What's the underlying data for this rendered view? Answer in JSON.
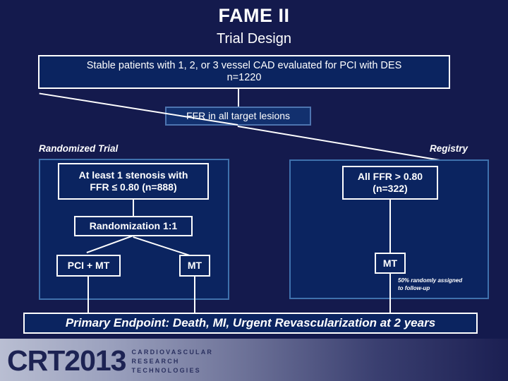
{
  "slide": {
    "title": "FAME II",
    "subtitle": "Trial Design",
    "background_color": "#141a4d",
    "box_fill_color": "#0b2460",
    "panel_border_color": "#3f71ad"
  },
  "flow": {
    "enrollment": {
      "line1": "Stable patients with 1, 2, or 3 vessel CAD evaluated  for PCI with DES",
      "line2": "n=1220"
    },
    "ffr_step": "FFR in all target lesions",
    "trial_arm": {
      "label": "Randomized Trial",
      "stenosis_line1": "At least 1 stenosis with",
      "stenosis_line2": "FFR ≤ 0.80 (n=888)",
      "randomization": "Randomization 1:1",
      "treatment_left": "PCI + MT",
      "treatment_right": "MT"
    },
    "registry_arm": {
      "label": "Registry",
      "criteria_line1": "All FFR > 0.80",
      "criteria_line2": "(n=322)",
      "treatment": "MT",
      "footnote_line1": "50% randomly assigned",
      "footnote_line2": "to follow-up"
    }
  },
  "endpoint": {
    "text": "Primary Endpoint: Death, MI, Urgent Revascularization at 2 years"
  },
  "footer": {
    "logo_wordmark": "CRT2013",
    "tagline_line1": "CARDIOVASCULAR",
    "tagline_line2": "RESEARCH",
    "tagline_line3": "TECHNOLOGIES"
  }
}
